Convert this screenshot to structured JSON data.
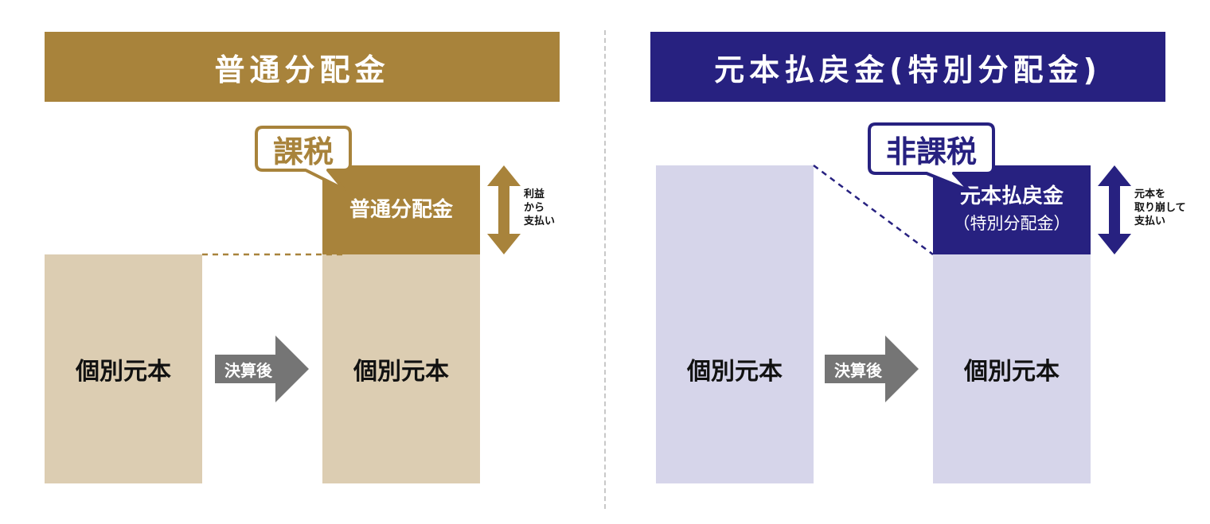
{
  "colors": {
    "gold": "#a8833b",
    "gold_light": "#dccdb2",
    "navy": "#272180",
    "lavender": "#d6d5ea",
    "arrow_gray": "#757575"
  },
  "left_panel": {
    "title": "普通分配金",
    "bubble": "課税",
    "before_box": "個別元本",
    "arrow_label": "決算後",
    "after_box": "個別元本",
    "distribution": "普通分配金",
    "side_lines": [
      "利益",
      "から",
      "支払い"
    ]
  },
  "right_panel": {
    "title": "元本払戻金(特別分配金)",
    "bubble": "非課税",
    "before_box": "個別元本",
    "arrow_label": "決算後",
    "after_box": "個別元本",
    "distribution_line1": "元本払戻金",
    "distribution_line2": "（特別分配金）",
    "side_lines": [
      "元本を",
      "取り崩して",
      "支払い"
    ]
  }
}
